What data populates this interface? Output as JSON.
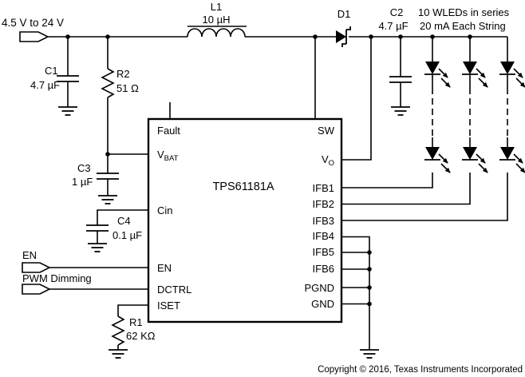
{
  "schematic": {
    "input_rail_label": "4.5 V to 24 V",
    "l1_ref": "L1",
    "l1_value": "10 µH",
    "d1_ref": "D1",
    "c1_ref": "C1",
    "c1_value": "4.7 µF",
    "c2_ref": "C2",
    "c2_value": "4.7 µF",
    "c3_ref": "C3",
    "c3_value": "1 µF",
    "c4_ref": "C4",
    "c4_value": "0.1 µF",
    "r1_ref": "R1",
    "r1_value": "62 KΩ",
    "r2_ref": "R2",
    "r2_value": "51 Ω",
    "led_note_line1": "10 WLEDs in series",
    "led_note_line2": "20 mA Each String",
    "en_signal_label": "EN",
    "pwm_signal_label": "PWM Dimming",
    "ic": {
      "part_number": "TPS61181A",
      "pin_fault": "Fault",
      "pin_vbat_base": "V",
      "pin_vbat_sub": "BAT",
      "pin_cin": "Cin",
      "pin_en": "EN",
      "pin_dctrl": "DCTRL",
      "pin_iset": "ISET",
      "pin_sw": "SW",
      "pin_vo_base": "V",
      "pin_vo_sub": "O",
      "pin_ifb1": "IFB1",
      "pin_ifb2": "IFB2",
      "pin_ifb3": "IFB3",
      "pin_ifb4": "IFB4",
      "pin_ifb5": "IFB5",
      "pin_ifb6": "IFB6",
      "pin_pgnd": "PGND",
      "pin_gnd": "GND"
    },
    "copyright": "Copyright © 2016, Texas Instruments Incorporated",
    "colors": {
      "ink": "#000000",
      "background": "#ffffff"
    }
  }
}
